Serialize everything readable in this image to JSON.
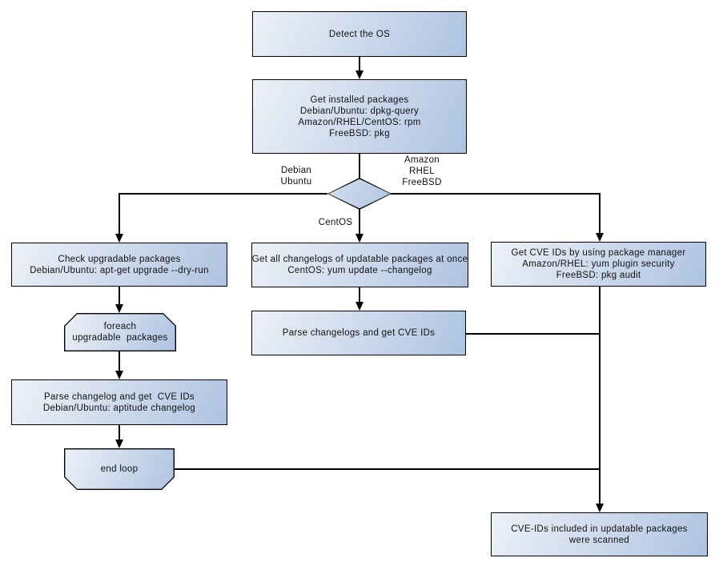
{
  "diagram": {
    "nodes": [
      {
        "id": "detect-os",
        "type": "process",
        "label": "Detect the OS"
      },
      {
        "id": "get-installed-packages",
        "type": "process",
        "label": "Get installed packages\nDebian/Ubuntu: dpkg-query\nAmazon/RHEL/CentOS: rpm\nFreeBSD: pkg"
      },
      {
        "id": "os-decision",
        "type": "decision",
        "label": ""
      },
      {
        "id": "check-upgradable-packages",
        "type": "process",
        "label": "Check upgradable packages\nDebian/Ubuntu: apt-get upgrade --dry-run"
      },
      {
        "id": "foreach-upgradable-packages",
        "type": "loop-start",
        "label": "foreach\nupgradable  packages"
      },
      {
        "id": "parse-changelog-get-cve-ids",
        "type": "process",
        "label": "Parse changelog and get  CVE IDs\nDebian/Ubuntu: aptitude changelog"
      },
      {
        "id": "end-loop",
        "type": "loop-end",
        "label": "end loop"
      },
      {
        "id": "get-all-changelogs",
        "type": "process",
        "label": "Get all changelogs of updatable packages at once\nCentOS: yum update --changelog"
      },
      {
        "id": "parse-changelogs-get-cve-ids",
        "type": "process",
        "label": "Parse changelogs and get CVE IDs"
      },
      {
        "id": "get-cve-ids-by-package-manager",
        "type": "process",
        "label": "Get CVE IDs by using package manager\nAmazon/RHEL: yum plugin security\nFreeBSD: pkg audit"
      },
      {
        "id": "cve-ids-scanned",
        "type": "process",
        "label": "CVE-IDs included in updatable packages\nwere scanned"
      }
    ],
    "edge_labels": [
      {
        "id": "branch-debian-ubuntu",
        "label": "Debian\nUbuntu"
      },
      {
        "id": "branch-amazon-rhel-freebsd",
        "label": "Amazon\nRHEL\nFreeBSD"
      },
      {
        "id": "branch-centos",
        "label": "CentOS"
      }
    ],
    "colors": {
      "fill_light": "#edf1f8",
      "fill_dark": "#aec3e1",
      "border": "#000000",
      "line": "#000000",
      "text": "#111111",
      "background": "#ffffff"
    }
  }
}
